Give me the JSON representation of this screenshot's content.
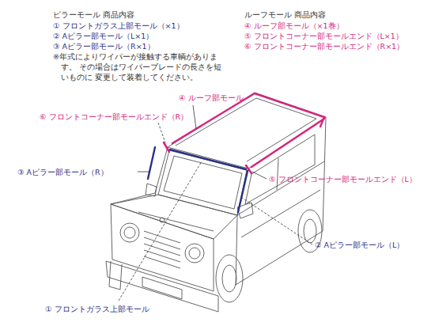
{
  "diagram": {
    "labels": [
      "ピラーモール 商品内容",
      "① フロントガラス上部モール（×1）",
      "② Aピラー部モール（L×1）",
      "③ Aピラー部モール（R×1）",
      "※年式によりワイパーが接触する車輌があります。 その場合はワイパーブレードの長さを短いものに 変更して装着してください。",
      "ルーフモール 商品内容",
      "④ ルーフ部モール（×1巻）",
      "⑤ フロントコーナー部モールエンド（L×1）",
      "⑥ フロントコーナー部モールエンド（R×1）",
      "④ ルーフ部モール",
      "⑥ フロントコーナー部モールエンド（R）",
      "③ Aピラー部モール（R）",
      "⑤ フロントコーナー部モールエンド（L）",
      "② Aピラー部モール（L）",
      "① フロントガラス上部モール"
    ]
  }
}
